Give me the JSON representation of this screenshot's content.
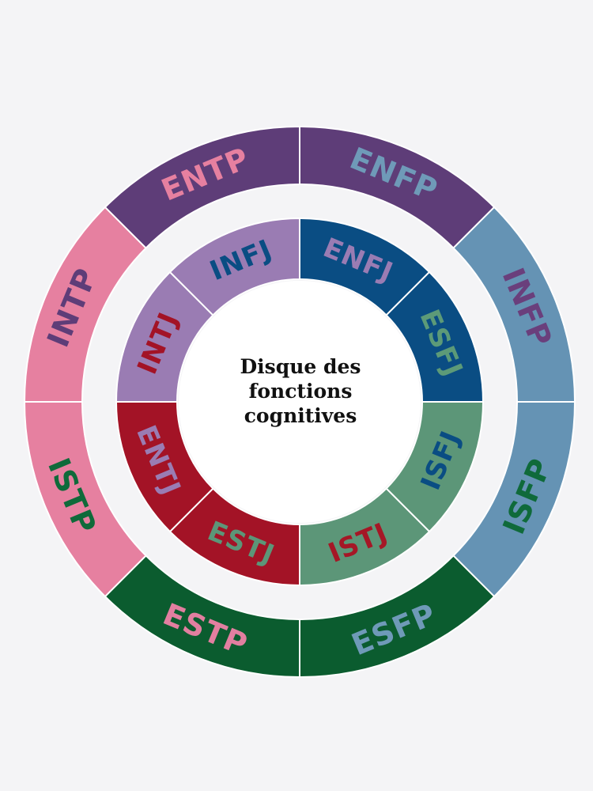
{
  "diagram": {
    "center_title_lines": [
      "Disque des",
      "fonctions",
      "cognitives"
    ],
    "outer_ring": [
      {
        "label": "ENFP",
        "fill": "#5e3d78",
        "text_color": "#6f9ab8"
      },
      {
        "label": "INFP",
        "fill": "#6593b4",
        "text_color": "#6a3f7c"
      },
      {
        "label": "ISFP",
        "fill": "#6593b4",
        "text_color": "#0f6a3a"
      },
      {
        "label": "ESFP",
        "fill": "#0b5c2f",
        "text_color": "#6f9ab8"
      },
      {
        "label": "ESTP",
        "fill": "#0b5c2f",
        "text_color": "#e27fa0"
      },
      {
        "label": "ISTP",
        "fill": "#e680a0",
        "text_color": "#0f6a3a"
      },
      {
        "label": "INTP",
        "fill": "#e680a0",
        "text_color": "#5e3d78"
      },
      {
        "label": "ENTP",
        "fill": "#5e3d78",
        "text_color": "#e680a0"
      }
    ],
    "inner_ring": [
      {
        "label": "ENFJ",
        "fill": "#0a4d83",
        "text_color": "#9a7cb3"
      },
      {
        "label": "ESFJ",
        "fill": "#0a4d83",
        "text_color": "#5c9a78"
      },
      {
        "label": "ISFJ",
        "fill": "#5c9678",
        "text_color": "#0a4d83"
      },
      {
        "label": "ISTJ",
        "fill": "#5c9678",
        "text_color": "#a51726"
      },
      {
        "label": "ESTJ",
        "fill": "#a31326",
        "text_color": "#5c9678"
      },
      {
        "label": "ENTJ",
        "fill": "#a31326",
        "text_color": "#9a7cb3"
      },
      {
        "label": "INTJ",
        "fill": "#9a7cb3",
        "text_color": "#a31326"
      },
      {
        "label": "INFJ",
        "fill": "#9a7cb3",
        "text_color": "#0a4d83"
      }
    ]
  }
}
